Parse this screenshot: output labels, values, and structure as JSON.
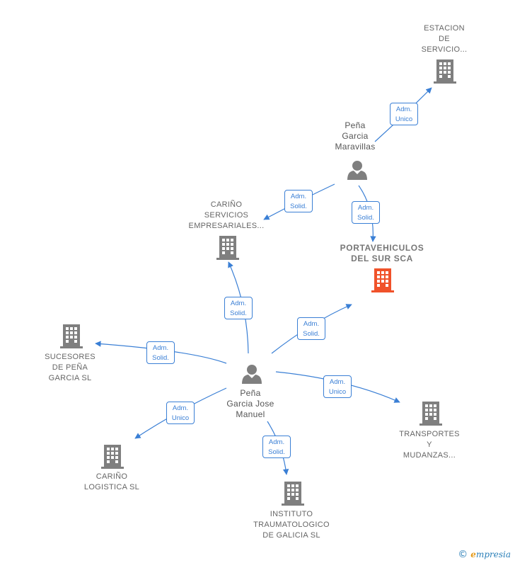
{
  "colors": {
    "edge": "#3a7fd5",
    "company": "#7f7f7f",
    "focus_company": "#f0522a",
    "person": "#7f7f7f"
  },
  "companies": {
    "estacion": {
      "lines": [
        "ESTACION",
        "DE",
        "SERVICIO..."
      ],
      "icon": "building-icon"
    },
    "carino_servicios": {
      "lines": [
        "CARIÑO",
        "SERVICIOS",
        "EMPRESARIALES..."
      ],
      "icon": "building-icon"
    },
    "portavehiculos": {
      "lines": [
        "PORTAVEHICULOS",
        "DEL SUR SCA"
      ],
      "icon": "building-icon",
      "focus": true
    },
    "sucesores": {
      "lines": [
        "SUCESORES",
        "DE PEÑA",
        "GARCIA SL"
      ],
      "icon": "building-icon"
    },
    "transportes": {
      "lines": [
        "TRANSPORTES",
        "Y",
        "MUDANZAS..."
      ],
      "icon": "building-icon"
    },
    "carino_logistica": {
      "lines": [
        "CARIÑO",
        "LOGISTICA SL"
      ],
      "icon": "building-icon"
    },
    "instituto": {
      "lines": [
        "INSTITUTO",
        "TRAUMATOLOGICO",
        "DE GALICIA SL"
      ],
      "icon": "building-icon"
    }
  },
  "people": {
    "maravillas": {
      "lines": [
        "Peña",
        "Garcia",
        "Maravillas"
      ],
      "icon": "person-icon"
    },
    "jose_manuel": {
      "lines": [
        "Peña",
        "Garcia Jose",
        "Manuel"
      ],
      "icon": "person-icon"
    }
  },
  "edges": [
    {
      "id": "e1",
      "lines": [
        "Adm.",
        "Unico"
      ]
    },
    {
      "id": "e2",
      "lines": [
        "Adm.",
        "Solid."
      ]
    },
    {
      "id": "e3",
      "lines": [
        "Adm.",
        "Solid."
      ]
    },
    {
      "id": "e4",
      "lines": [
        "Adm.",
        "Solid."
      ]
    },
    {
      "id": "e5",
      "lines": [
        "Adm.",
        "Solid."
      ]
    },
    {
      "id": "e6",
      "lines": [
        "Adm.",
        "Solid."
      ]
    },
    {
      "id": "e7",
      "lines": [
        "Adm.",
        "Unico"
      ]
    },
    {
      "id": "e8",
      "lines": [
        "Adm.",
        "Unico"
      ]
    },
    {
      "id": "e9",
      "lines": [
        "Adm.",
        "Solid."
      ]
    }
  ],
  "brand": {
    "copyright": "©",
    "initial": "e",
    "name": "mpresia"
  }
}
